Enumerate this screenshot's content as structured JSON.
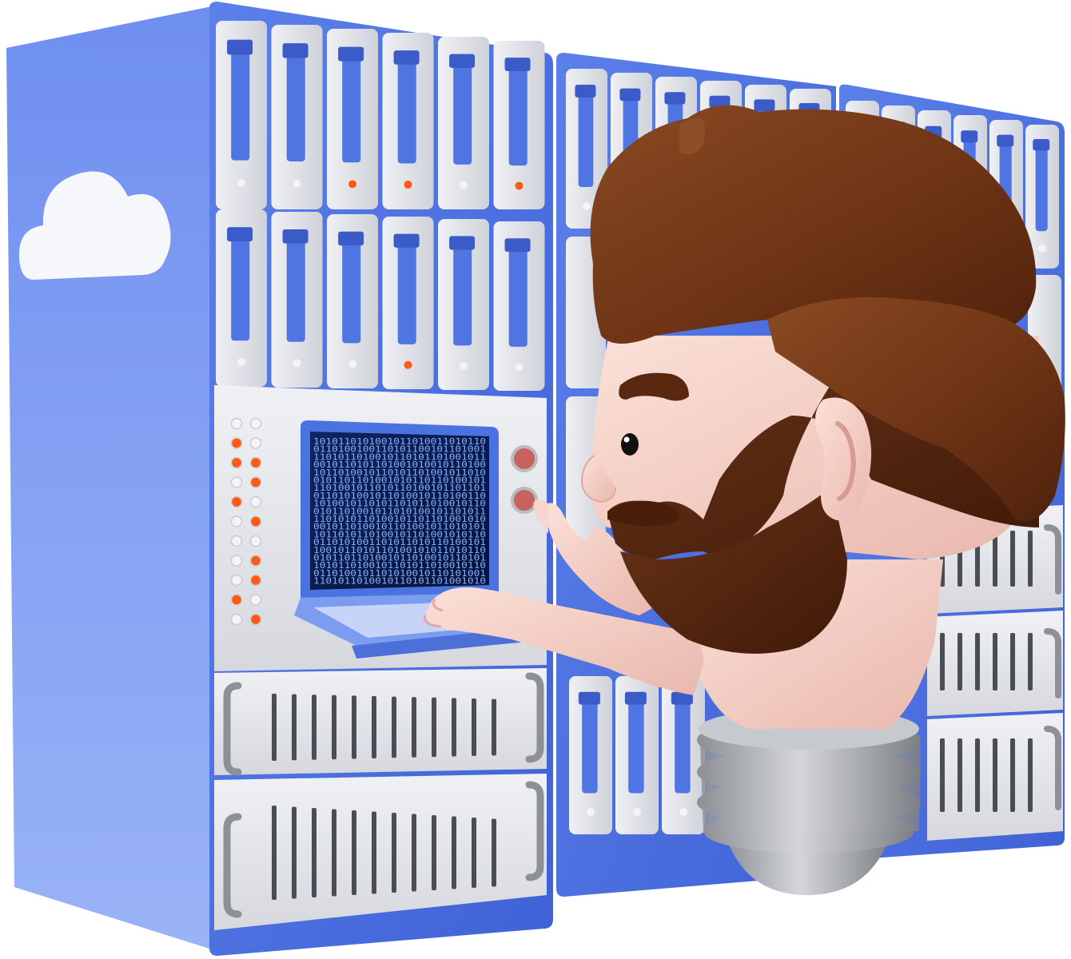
{
  "scene": {
    "subject": "3D illustration of a bearded man with a lightbulb-base neck operating a cloud server rack",
    "colors": {
      "background": "#ffffff",
      "rack_blue": "#4f75e3",
      "rack_blue_light": "#8aa6f2",
      "panel_gray": "#e6e7eb",
      "panel_gray_dark": "#c9cbd1",
      "led_white": "#f2f4f8",
      "led_orange": "#ff5a14",
      "screen_dark": "#0b1a4a",
      "screen_digits": "#7fb0ff",
      "button_red": "#c8625e",
      "hair_brown": "#6e3515",
      "skin": "#f3cfc7",
      "bulb_metal": "#a9acb1",
      "cloud_white": "#f5f7fb"
    },
    "icons": {
      "cloud": "cloud-icon",
      "laptop": "laptop-icon",
      "lightbulb_base": "lightbulb-base-icon"
    },
    "screen": {
      "binary_rows": [
        "1010110101001011010011010110",
        "0110100100110101100101101001",
        "1101011010010110101101001011",
        "0010110101101001010010110100",
        "1011010010110101101001011010",
        "0101101101001010110110100101",
        "1101001011010110100101101101",
        "0110101001011010010110100110",
        "1010010110101101011010010110",
        "0101101001011010100101101011",
        "1101010110100101101101001010",
        "0010110100101101001011010101",
        "1011010110100101101001010110",
        "0110101001101011010110100101",
        "1001011010110100101011010110",
        "0101101101001011010010110101",
        "1010110100101101011010010110",
        "0110100101101010010110101001",
        "1101011010010110101101001010"
      ]
    }
  }
}
